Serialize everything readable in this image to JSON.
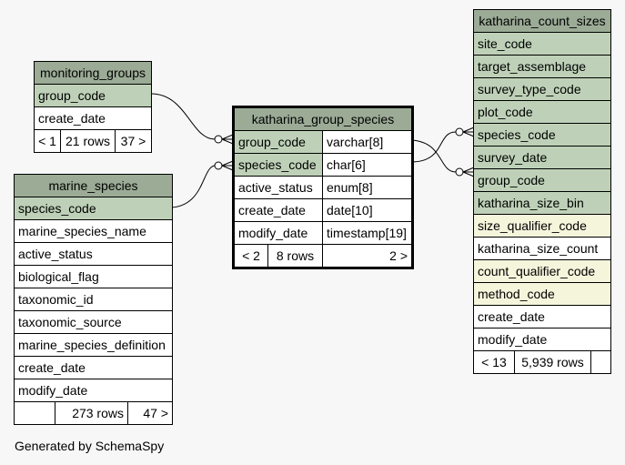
{
  "tables": {
    "monitoring_groups": {
      "name": "monitoring_groups",
      "columns": [
        "group_code",
        "create_date"
      ],
      "footer": {
        "parents": "< 1",
        "rows": "21 rows",
        "children": "37 >"
      }
    },
    "marine_species": {
      "name": "marine_species",
      "columns": [
        "species_code",
        "marine_species_name",
        "active_status",
        "biological_flag",
        "taxonomic_id",
        "taxonomic_source",
        "marine_species_definition",
        "create_date",
        "modify_date"
      ],
      "footer": {
        "parents": "",
        "rows": "273 rows",
        "children": "47 >"
      }
    },
    "katharina_group_species": {
      "name": "katharina_group_species",
      "columns": [
        {
          "name": "group_code",
          "type": "varchar[8]"
        },
        {
          "name": "species_code",
          "type": "char[6]"
        },
        {
          "name": "active_status",
          "type": "enum[8]"
        },
        {
          "name": "create_date",
          "type": "date[10]"
        },
        {
          "name": "modify_date",
          "type": "timestamp[19]"
        }
      ],
      "footer": {
        "parents": "< 2",
        "rows": "8 rows",
        "children": "2 >"
      }
    },
    "katharina_count_sizes": {
      "name": "katharina_count_sizes",
      "columns": [
        "site_code",
        "target_assemblage",
        "survey_type_code",
        "plot_code",
        "species_code",
        "survey_date",
        "group_code",
        "katharina_size_bin",
        "size_qualifier_code",
        "katharina_size_count",
        "count_qualifier_code",
        "method_code",
        "create_date",
        "modify_date"
      ],
      "footer": {
        "parents": "< 13",
        "rows": "5,939 rows",
        "children": ""
      }
    }
  },
  "colors": {
    "header": "#9bab96",
    "primary_key": "#bed1b8",
    "indexed": "#f5f5dc",
    "background": "#f7f7f7"
  },
  "footer_text": "Generated by SchemaSpy"
}
